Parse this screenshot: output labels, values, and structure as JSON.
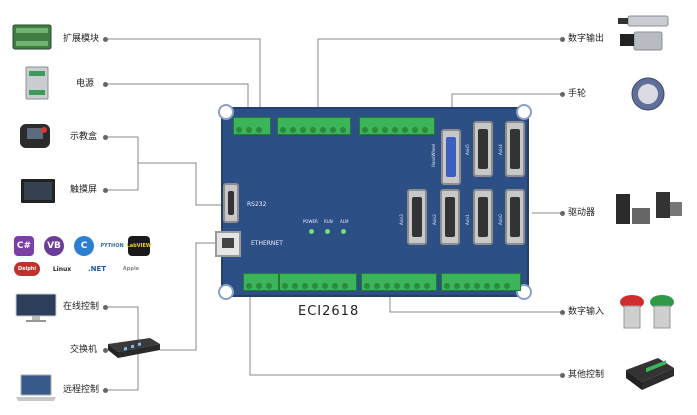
{
  "labels": {
    "expansion_module": "扩展模块",
    "power": "电源",
    "teach_pendant": "示教盒",
    "touch_screen": "触摸屏",
    "online_control": "在线控制",
    "switch": "交换机",
    "remote_control": "远程控制",
    "digital_output": "数字输出",
    "handwheel": "手轮",
    "driver": "驱动器",
    "digital_input": "数字输入",
    "other_control": "其他控制"
  },
  "board": {
    "model": "ECI2618",
    "rs232": "RS232",
    "ethernet": "ETHERNET",
    "handwheel_port": "HandWheel",
    "axis_ports": [
      "Axis0",
      "Axis1",
      "Axis2",
      "Axis3",
      "Axis4",
      "Axis5"
    ],
    "leds": [
      "POWER",
      "RUN",
      "ALM"
    ]
  },
  "logos": [
    "C#",
    "VB",
    "C",
    "PYTHON",
    "LabVIEW",
    "Delphi",
    "Linux",
    ".NET",
    "Apple"
  ],
  "colors": {
    "board": "#2c4f86",
    "terminal": "#3cb55a",
    "wire": "#8a8a8a"
  }
}
